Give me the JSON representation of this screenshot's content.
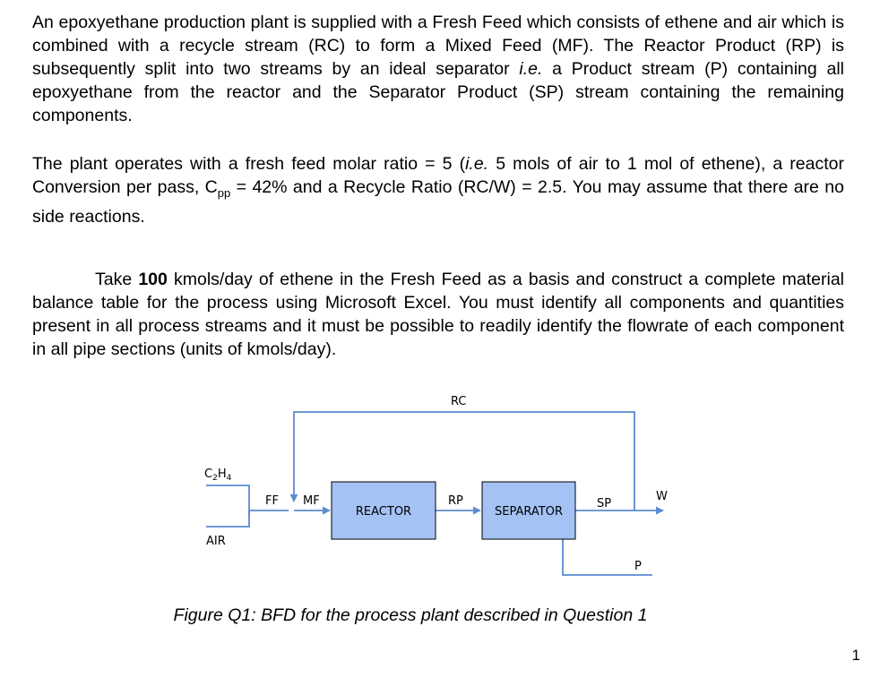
{
  "paragraph1": {
    "text": "An epoxyethane production plant is supplied with a Fresh Feed which consists of ethene and air which is combined with a recycle stream (RC) to form a Mixed Feed (MF). The Reactor Product (RP) is subsequently split into two streams by an ideal separator ",
    "ie": "i.e.",
    "text2": " a Product stream (P) containing all epoxyethane from the reactor and the Separator Product (SP) stream containing the remaining components."
  },
  "paragraph2": {
    "text": "The plant operates with a fresh feed molar ratio = 5 (",
    "ie": "i.e.",
    "text2": " 5 mols of air to 1 mol of ethene), a reactor Conversion per pass, C",
    "sub": "pp",
    "text3": " = 42% and a Recycle Ratio (RC/W) = 2.5. You may assume that there are no side reactions."
  },
  "paragraph3": {
    "text": "Take ",
    "bold": "100",
    "text2": " kmols/day of ethene in the Fresh Feed as a basis and construct a complete material balance table for the process using Microsoft Excel. You must identify all components and quantities present in all process streams and it must be possible to readily identify the flowrate of each component in all pipe sections (units of kmols/day)."
  },
  "diagram": {
    "labels": {
      "rc": "RC",
      "c2h4_c": "C",
      "c2h4_sub2": "2",
      "c2h4_h": "H",
      "c2h4_sub4": "4",
      "air": "AIR",
      "ff": "FF",
      "mf": "MF",
      "reactor": "REACTOR",
      "rp": "RP",
      "separator": "SEPARATOR",
      "sp": "SP",
      "w": "W",
      "p": "P"
    },
    "colors": {
      "block_fill": "#a4c2f4",
      "stream_line": "#5b8bd1",
      "block_border": "#000000"
    }
  },
  "caption": "Figure Q1: BFD for the process plant described in Question 1",
  "page_number": "1"
}
